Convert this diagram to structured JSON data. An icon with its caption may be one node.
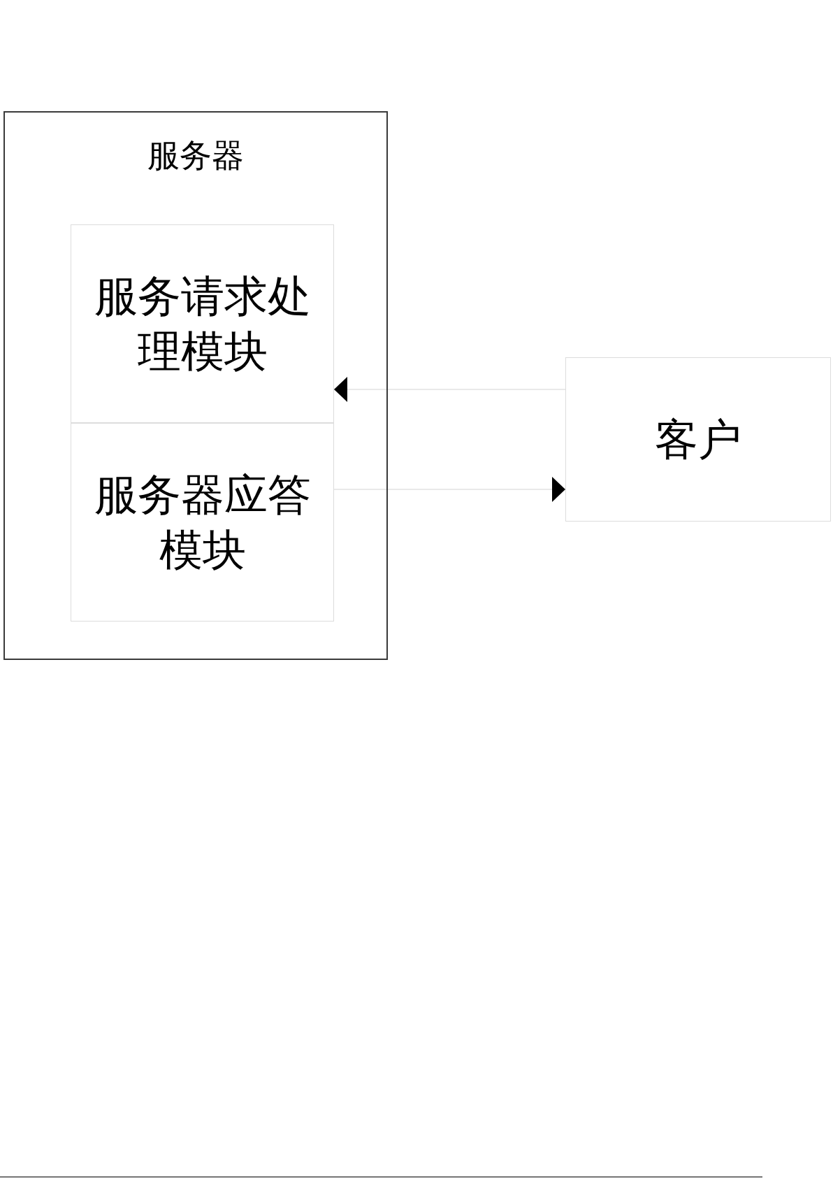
{
  "diagram": {
    "nodes": [
      {
        "text": [
          "服务器"
        ]
      },
      {
        "text": [
          "服务请求处理模块"
        ],
        "in": 0
      },
      {
        "text": [
          "服务器应答模块"
        ],
        "in": 0
      },
      {
        "text": [
          "客户"
        ]
      }
    ],
    "edges": [
      {
        "from": 3,
        "to": 1,
        "arrow": "to"
      },
      {
        "from": 2,
        "to": 3,
        "arrow": "to"
      }
    ]
  }
}
